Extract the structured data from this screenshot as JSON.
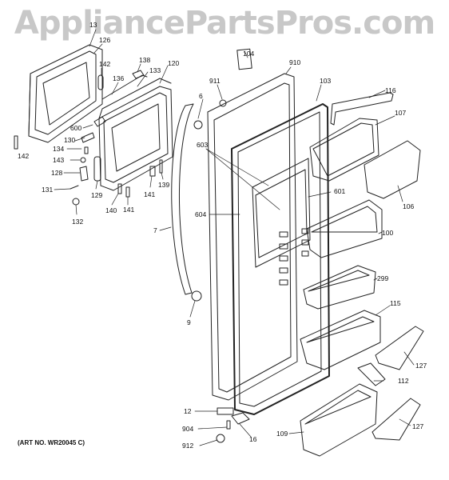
{
  "watermark": "AppliancePartsPros.com",
  "art_number": "(ART NO. WR20045 C)",
  "parts": [
    {
      "id": "p13",
      "label": "13"
    },
    {
      "id": "p126",
      "label": "126"
    },
    {
      "id": "p142a",
      "label": "142"
    },
    {
      "id": "p138",
      "label": "138"
    },
    {
      "id": "p120",
      "label": "120"
    },
    {
      "id": "p136",
      "label": "136"
    },
    {
      "id": "p133",
      "label": "133"
    },
    {
      "id": "p104",
      "label": "104"
    },
    {
      "id": "p910",
      "label": "910"
    },
    {
      "id": "p911",
      "label": "911"
    },
    {
      "id": "p103",
      "label": "103"
    },
    {
      "id": "p116",
      "label": "116"
    },
    {
      "id": "p6",
      "label": "6"
    },
    {
      "id": "p107",
      "label": "107"
    },
    {
      "id": "p600",
      "label": "600"
    },
    {
      "id": "p130",
      "label": "130"
    },
    {
      "id": "p134",
      "label": "134"
    },
    {
      "id": "p142b",
      "label": "142"
    },
    {
      "id": "p143",
      "label": "143"
    },
    {
      "id": "p128",
      "label": "128"
    },
    {
      "id": "p131",
      "label": "131"
    },
    {
      "id": "p132",
      "label": "132"
    },
    {
      "id": "p129",
      "label": "129"
    },
    {
      "id": "p140",
      "label": "140"
    },
    {
      "id": "p141a",
      "label": "141"
    },
    {
      "id": "p141b",
      "label": "141"
    },
    {
      "id": "p139",
      "label": "139"
    },
    {
      "id": "p603",
      "label": "603"
    },
    {
      "id": "p601",
      "label": "601"
    },
    {
      "id": "p106",
      "label": "106"
    },
    {
      "id": "p604",
      "label": "604"
    },
    {
      "id": "p7",
      "label": "7"
    },
    {
      "id": "p100",
      "label": "100"
    },
    {
      "id": "p299",
      "label": "299"
    },
    {
      "id": "p9",
      "label": "9"
    },
    {
      "id": "p115",
      "label": "115"
    },
    {
      "id": "p127a",
      "label": "127"
    },
    {
      "id": "p112",
      "label": "112"
    },
    {
      "id": "p12",
      "label": "12"
    },
    {
      "id": "p904",
      "label": "904"
    },
    {
      "id": "p16",
      "label": "16"
    },
    {
      "id": "p912",
      "label": "912"
    },
    {
      "id": "p109",
      "label": "109"
    },
    {
      "id": "p127b",
      "label": "127"
    }
  ]
}
